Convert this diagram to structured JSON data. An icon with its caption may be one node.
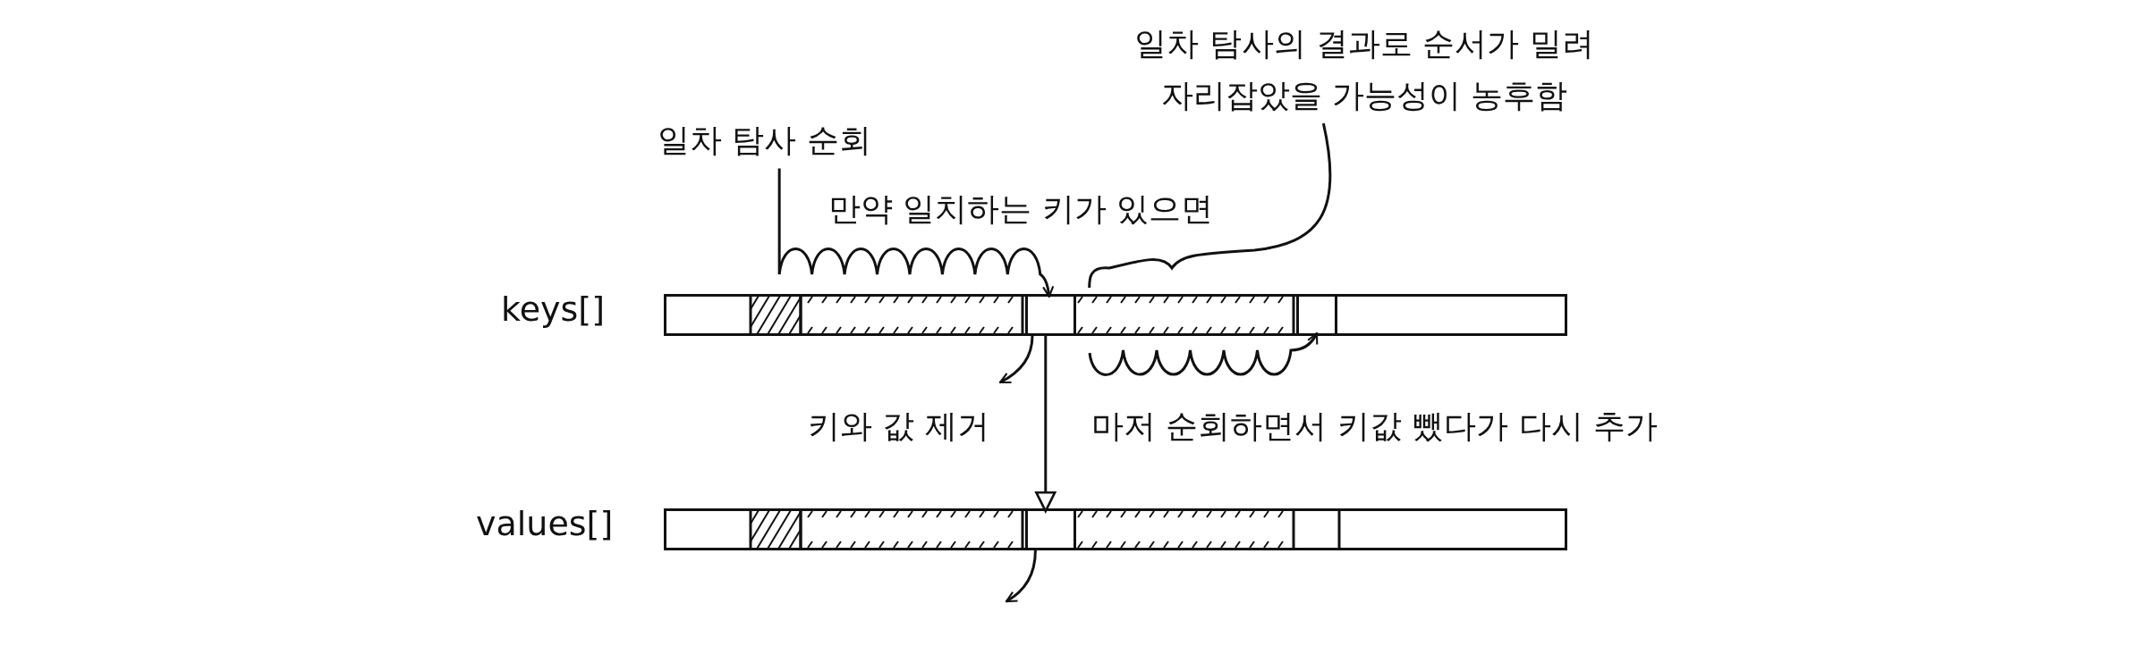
{
  "diagram": {
    "nodes": [
      {
        "text": [
          "일차 탐사 순회"
        ]
      },
      {
        "text": [
          "일차 탐사의 결과로 순서가 밀려 자리잡았을 가능성이 농후함"
        ]
      },
      {
        "text": [],
        "shape": "bar",
        "beside": [
          "keys[]"
        ]
      },
      {
        "text": [],
        "shape": "box",
        "in": 2
      },
      {
        "text": [],
        "shape": "box",
        "in": 2
      },
      {
        "text": [],
        "shape": "bar",
        "beside": [
          "values[]"
        ]
      },
      {
        "text": [],
        "shape": "box",
        "in": 5
      }
    ],
    "edges": [
      {
        "from": 0,
        "to": 3,
        "arrow": "to",
        "label": "만약 일치하는 키가 있으면"
      },
      {
        "from": 1,
        "to": 2,
        "arrow": "none"
      },
      {
        "from": 3,
        "to": null,
        "arrow": "to",
        "label": "키와 값 제거"
      },
      {
        "from": 3,
        "to": 6,
        "arrow": "to"
      },
      {
        "from": null,
        "to": 4,
        "arrow": "to",
        "label": "마저 순회하면서 키값 뺐다가 다시 추가"
      },
      {
        "from": 6,
        "to": null,
        "arrow": "to"
      }
    ]
  }
}
